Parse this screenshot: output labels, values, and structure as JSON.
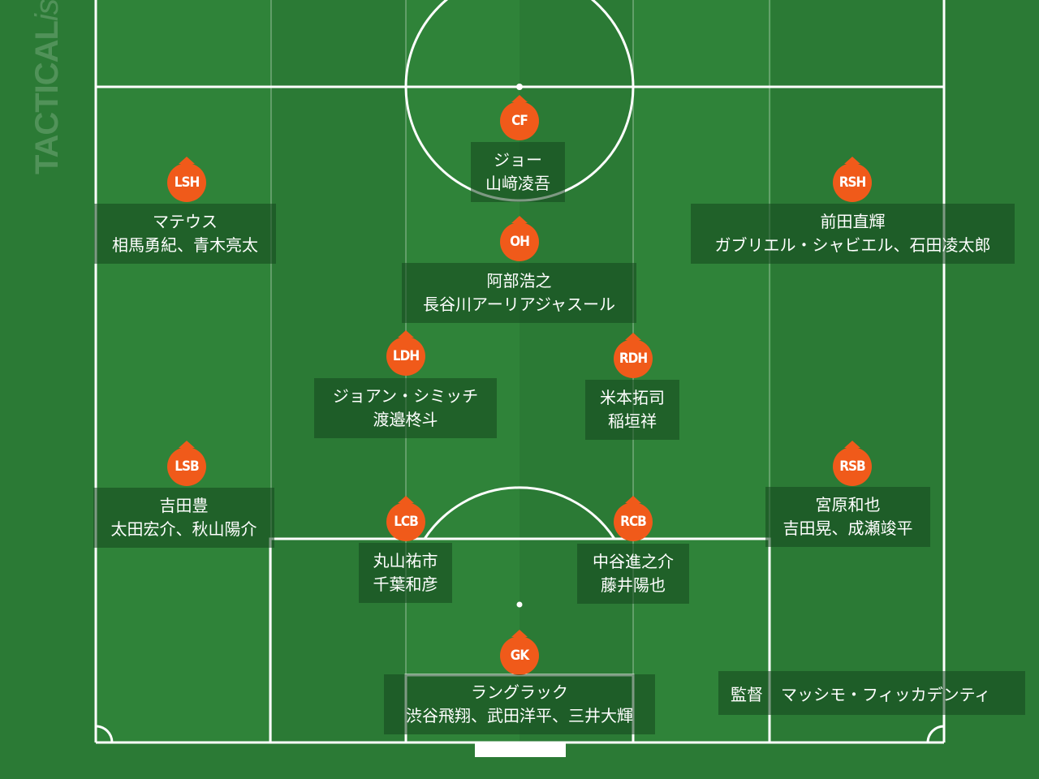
{
  "watermark": {
    "brand_main": "TACTICAL",
    "brand_italic": "ista"
  },
  "colors": {
    "pitch": "#2b7a35",
    "marker": "#f05a1a",
    "line": "#ffffff"
  },
  "players": {
    "cf": {
      "pos": "CF",
      "line1": "ジョー",
      "line2": "山﨑凌吾"
    },
    "lsh": {
      "pos": "LSH",
      "line1": "マテウス",
      "line2": "相馬勇紀、青木亮太"
    },
    "rsh": {
      "pos": "RSH",
      "line1": "前田直輝",
      "line2": "ガブリエル・シャビエル、石田凌太郎"
    },
    "oh": {
      "pos": "OH",
      "line1": "阿部浩之",
      "line2": "長谷川アーリアジャスール"
    },
    "ldh": {
      "pos": "LDH",
      "line1": "ジョアン・シミッチ",
      "line2": "渡邉柊斗"
    },
    "rdh": {
      "pos": "RDH",
      "line1": "米本拓司",
      "line2": "稲垣祥"
    },
    "lsb": {
      "pos": "LSB",
      "line1": "吉田豊",
      "line2": "太田宏介、秋山陽介"
    },
    "rsb": {
      "pos": "RSB",
      "line1": "宮原和也",
      "line2": "吉田晃、成瀬竣平"
    },
    "lcb": {
      "pos": "LCB",
      "line1": "丸山祐市",
      "line2": "千葉和彦"
    },
    "rcb": {
      "pos": "RCB",
      "line1": "中谷進之介",
      "line2": "藤井陽也"
    },
    "gk": {
      "pos": "GK",
      "line1": "ラングラック",
      "line2": "渋谷飛翔、武田洋平、三井大輝"
    }
  },
  "manager": {
    "role": "監督",
    "name": "マッシモ・フィッカデンティ"
  }
}
